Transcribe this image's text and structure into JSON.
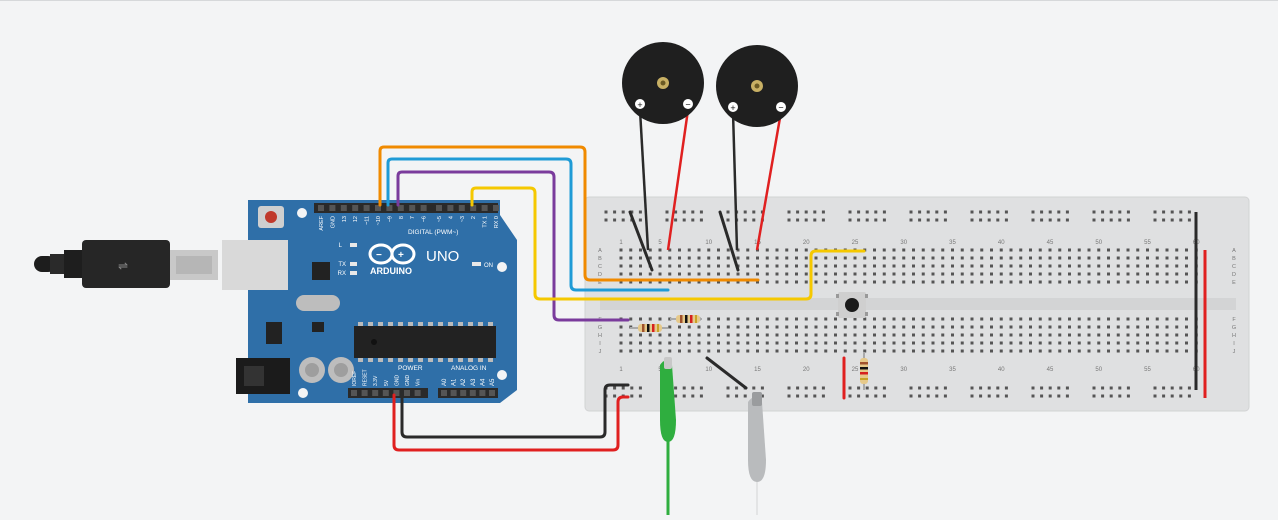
{
  "board": {
    "brand": "ARDUINO",
    "model": "UNO",
    "digital_header_label": "DIGITAL (PWM~)",
    "power_label": "POWER",
    "analog_label": "ANALOG IN",
    "on_label": "ON",
    "led_labels": [
      "L",
      "TX",
      "RX"
    ],
    "digital_pins": [
      "AREF",
      "GND",
      "13",
      "12",
      "~11",
      "~10",
      "~9",
      "8",
      "7",
      "~6",
      "~5",
      "4",
      "~3",
      "2",
      "TX 1",
      "RX 0"
    ],
    "power_pins": [
      "IOREF",
      "RESET",
      "3.3V",
      "5V",
      "GND",
      "GND",
      "Vin"
    ],
    "analog_pins": [
      "A0",
      "A1",
      "A2",
      "A3",
      "A4",
      "A5"
    ],
    "colors": {
      "pcb": "#2f6fa8",
      "header": "#2a2a2a",
      "chip": "#222222"
    }
  },
  "breadboard": {
    "column_numbers_top": [
      "1",
      "5",
      "10",
      "15",
      "20",
      "25",
      "30",
      "35",
      "40",
      "45",
      "50",
      "55",
      "60"
    ],
    "column_numbers_bottom": [
      "1",
      "5",
      "10",
      "15",
      "20",
      "25",
      "30",
      "35",
      "40",
      "45",
      "50",
      "55",
      "60"
    ],
    "row_letters_top": [
      "A",
      "B",
      "C",
      "D",
      "E"
    ],
    "row_letters_bottom": [
      "F",
      "G",
      "H",
      "I",
      "J"
    ]
  },
  "components": {
    "buzzer_1": {
      "type": "piezo",
      "plus": "+",
      "minus": "−"
    },
    "buzzer_2": {
      "type": "piezo",
      "plus": "+",
      "minus": "−"
    },
    "button": {
      "type": "pushbutton"
    },
    "resistors": [
      "resistor-1",
      "resistor-2",
      "resistor-3"
    ],
    "clips": {
      "green": "#2fae3f",
      "gray": "#b9bbbd"
    }
  },
  "wire_colors": {
    "orange": "#f08a00",
    "blue": "#1f9bd6",
    "purple": "#7a3b9c",
    "yellow": "#f5c800",
    "black": "#2a2a2a",
    "red": "#e02020"
  }
}
